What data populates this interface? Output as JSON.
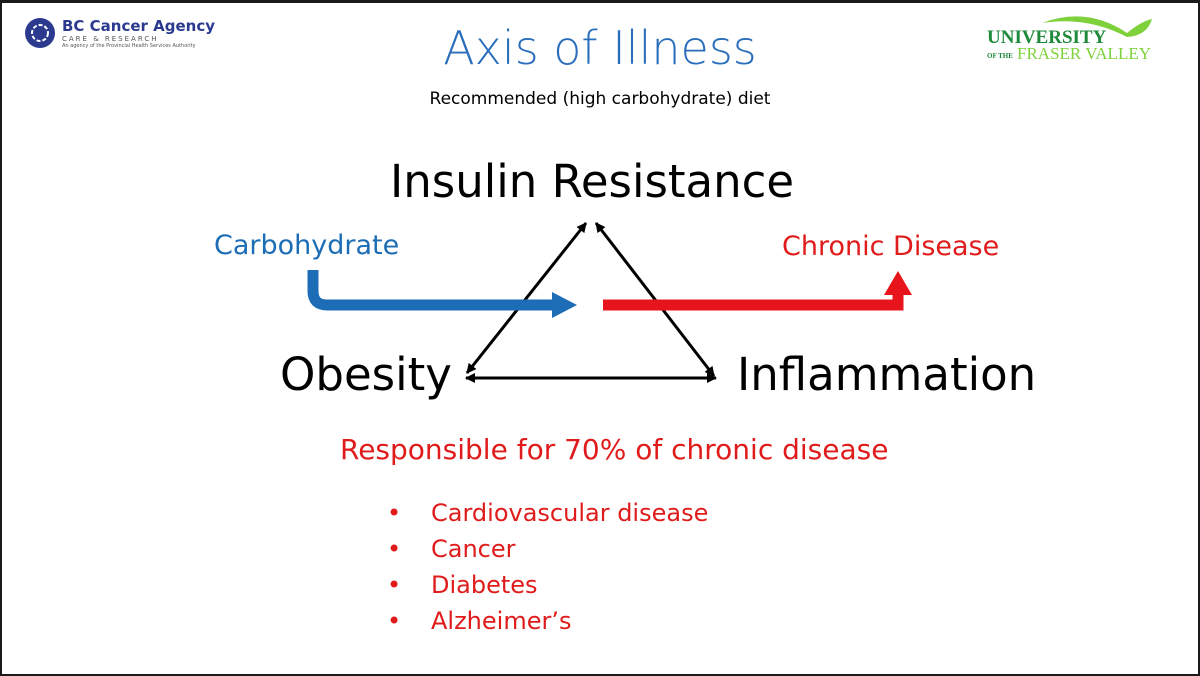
{
  "header": {
    "title": "Axis of Illness",
    "subtitle": "Recommended (high carbohydrate) diet"
  },
  "logos": {
    "left": {
      "name": "BC Cancer Agency",
      "line2": "CARE & RESEARCH",
      "line3": "An agency of the Provincial Health Services Authority"
    },
    "right": {
      "line1": "UNIVERSITY",
      "line2": "OF THE",
      "line3": "FRASER VALLEY"
    }
  },
  "diagram": {
    "top_node": "Insulin Resistance",
    "left_node": "Obesity",
    "right_node": "Inflammation",
    "input_label": "Carbohydrate",
    "output_label": "Chronic Disease"
  },
  "summary": "Responsible for 70% of chronic disease",
  "diseases": [
    "Cardiovascular disease",
    "Cancer",
    "Diabetes",
    "Alzheimer’s"
  ],
  "bullet": "•",
  "colors": {
    "title": "#2a6ebb",
    "input_arrow": "#1c6db5",
    "output_arrow": "#e8141b",
    "red_text": "#e01b1b",
    "ufv_dark": "#1e8a3a",
    "ufv_light": "#7fd13b",
    "bc_blue": "#2b3a8f"
  }
}
